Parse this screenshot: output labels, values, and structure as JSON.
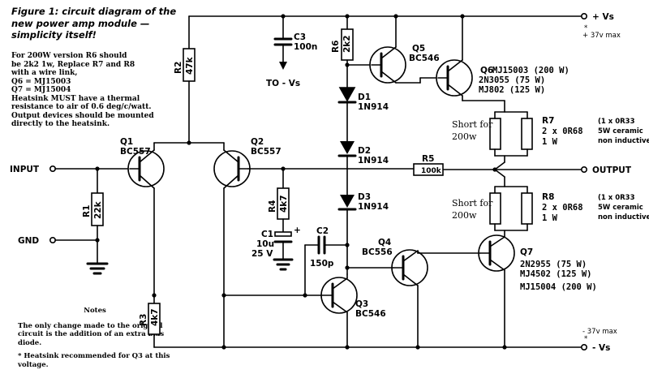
{
  "title": "Figure 1: circuit diagram of the new power amp module — simplicity itself!",
  "top_notes": [
    "For 200W version R6 should",
    "be 2k2 1w, Replace R7 and R8",
    "with a wire link,",
    "Q6 = MJ15003",
    "Q7 = MJ15004",
    "Heatsink MUST have a thermal",
    "resistance to air of 0.6 deg/c/watt.",
    "Output devices should be mounted",
    "directly to the heatsink."
  ],
  "bottom_notes": {
    "heading": "Notes",
    "para1": "The only change made to the original circuit is the addition of an extra bias diode.",
    "para2": "* Heatsink recommended for Q3 at this voltage."
  },
  "rails": {
    "pos": "+ Vs",
    "pos_note_star": "*",
    "pos_note": "+ 37v max",
    "neg": "- Vs",
    "neg_note": "- 37v max",
    "neg_note_star": "*"
  },
  "terminals": {
    "input": "INPUT",
    "gnd": "GND",
    "output": "OUTPUT"
  },
  "components": {
    "c3": {
      "ref": "C3",
      "value": "100n"
    },
    "to_vs": "TO - Vs",
    "r2": {
      "ref": "R2",
      "value": "47k"
    },
    "r6": {
      "ref": "R6",
      "value": "2k2"
    },
    "q5": {
      "ref": "Q5",
      "type": "BC546"
    },
    "q6": {
      "ref": "Q6",
      "line1": "MJ15003 (200 W)",
      "line2": "2N3055  (75 W)",
      "line3": "MJ802  (125 W)"
    },
    "d1": {
      "ref": "D1",
      "type": "1N914"
    },
    "d2": {
      "ref": "D2",
      "type": "1N914"
    },
    "d3": {
      "ref": "D3",
      "type": "1N914"
    },
    "r7": {
      "ref": "R7",
      "line1": "2 x 0R68",
      "line2": "1 W",
      "short1": "Short for",
      "short2": "200w",
      "spec1": "(1 x 0R33",
      "spec2": "5W ceramic",
      "spec3": "non inductive)"
    },
    "r8": {
      "ref": "R8",
      "line1": "2 x 0R68",
      "line2": "1 W",
      "short1": "Short for",
      "short2": "200w",
      "spec1": "(1 x 0R33",
      "spec2": "5W ceramic",
      "spec3": "non inductive)"
    },
    "r5": {
      "ref": "R5",
      "value": "100k"
    },
    "q1": {
      "ref": "Q1",
      "type": "BC557"
    },
    "q2": {
      "ref": "Q2",
      "type": "BC557"
    },
    "r1": {
      "ref": "R1",
      "value": "22k"
    },
    "r4": {
      "ref": "R4",
      "value": "4k7"
    },
    "c1": {
      "ref": "C1",
      "value1": "10u",
      "value2": "25 V",
      "plus": "+"
    },
    "c2": {
      "ref": "C2",
      "value": "150p"
    },
    "q4": {
      "ref": "Q4",
      "type": "BC556"
    },
    "q3": {
      "ref": "Q3",
      "type": "BC546"
    },
    "q7": {
      "ref": "Q7",
      "line1": "2N2955  (75 W)",
      "line2": "MJ4502 (125 W)",
      "line3": "MJ15004 (200 W)"
    },
    "r3": {
      "ref": "R3",
      "value": "4k7"
    }
  }
}
